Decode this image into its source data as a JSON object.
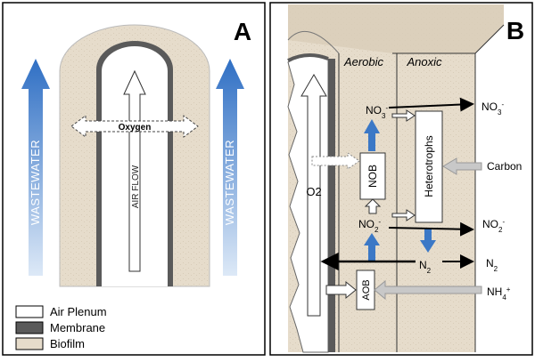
{
  "panel_a": {
    "letter": "A",
    "wastewater_left": "WASTEWATER",
    "wastewater_right": "WASTEWATER",
    "air_flow": "AIR FLOW",
    "oxygen": "Oxygen",
    "legend": [
      {
        "label": "Air Plenum",
        "color": "#ffffff"
      },
      {
        "label": "Membrane",
        "color": "#5a5a5a"
      },
      {
        "label": "Biofilm",
        "color": "#e6dccb"
      }
    ]
  },
  "panel_b": {
    "letter": "B",
    "zone_aerobic": "Aerobic",
    "zone_anoxic": "Anoxic",
    "o2": "O2",
    "nob": "NOB",
    "aob": "AOB",
    "heterotrophs": "Heterotrophs",
    "no3_inner": "NO3-",
    "no2_inner": "NO2-",
    "n2_inner": "N2",
    "no3_out": "NO3-",
    "no2_out": "NO2-",
    "n2_out": "N2",
    "carbon": "Carbon",
    "nh4": "NH4+"
  },
  "colors": {
    "biofilm": "#e6dccb",
    "membrane": "#5a5a5a",
    "wastewater_top": "#2f6fc4",
    "wastewater_bottom": "#dde9f7",
    "bio_arrow": "#3b78c6",
    "gray_arrow": "#c8c8c8"
  }
}
